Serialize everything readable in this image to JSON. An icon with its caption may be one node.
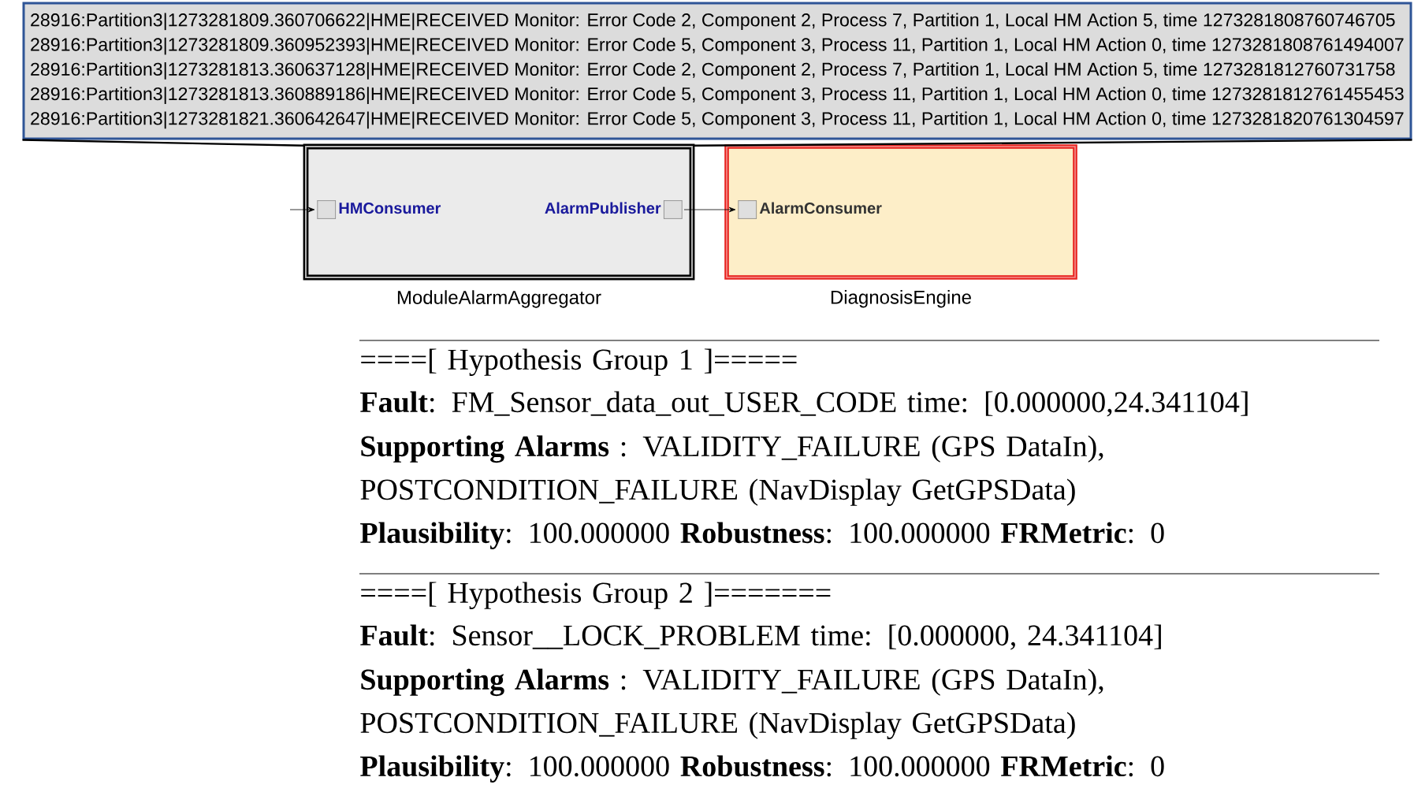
{
  "diagram": {
    "nodes": [
      {
        "text": [
          "28916:Partition3|1273281809.360706622|HME|RECEIVED Monitor: Error Code 2, Component 2, Process 7, Partition 1, Local HM Action 5, time 1273281808760746705",
          "28916:Partition3|1273281809.360952393|HME|RECEIVED Monitor: Error Code 5, Component 3, Process 11, Partition 1, Local HM Action 0, time 1273281808761494007",
          "28916:Partition3|1273281813.360637128|HME|RECEIVED Monitor: Error Code 2, Component 2, Process 7, Partition 1, Local HM Action 5, time 1273281812760731758",
          "28916:Partition3|1273281813.360889186|HME|RECEIVED Monitor: Error Code 5, Component 3, Process 11, Partition 1, Local HM Action 0, time 1273281812761455453",
          "28916:Partition3|1273281821.360642647|HME|RECEIVED Monitor: Error Code 5, Component 3, Process 11, Partition 1, Local HM Action 0, time 1273281820761304597"
        ]
      },
      {
        "text": [
          "ModuleAlarmAggregator"
        ]
      },
      {
        "text": [
          "HMConsumer"
        ],
        "in": 1
      },
      {
        "text": [
          "AlarmPublisher"
        ],
        "in": 1
      },
      {
        "text": [
          "DiagnosisEngine"
        ]
      },
      {
        "text": [
          "AlarmConsumer"
        ],
        "in": 4
      }
    ],
    "edges": [
      {
        "from": 0,
        "to": 1,
        "arrow": "none"
      },
      {
        "from": 0,
        "to": 1,
        "arrow": "none"
      },
      {
        "from": null,
        "to": 2,
        "arrow": "to"
      },
      {
        "from": 3,
        "to": 5,
        "arrow": "to"
      }
    ],
    "labels": [
      "====[ Hypothesis Group 1 ]=====",
      "**Fault**: FM_Sensor_data_out_USER_CODE time: [0.000000,24.341104]",
      "**Supporting Alarms** : VALIDITY_FAILURE (GPS DataIn), POSTCONDITION_FAILURE (NavDisplay GetGPSData)",
      "**Plausibility**: 100.000000 **Robustness**: 100.000000 **FRMetric**: 0",
      "====[ Hypothesis Group 2 ]=======",
      "**Fault**: Sensor__LOCK_PROBLEM time: [0.000000, 24.341104]",
      "**Supporting Alarms** : VALIDITY_FAILURE (GPS DataIn), POSTCONDITION_FAILURE (NavDisplay GetGPSData)",
      "**Plausibility**: 100.000000 **Robustness**: 100.000000 **FRMetric**: 0"
    ]
  }
}
